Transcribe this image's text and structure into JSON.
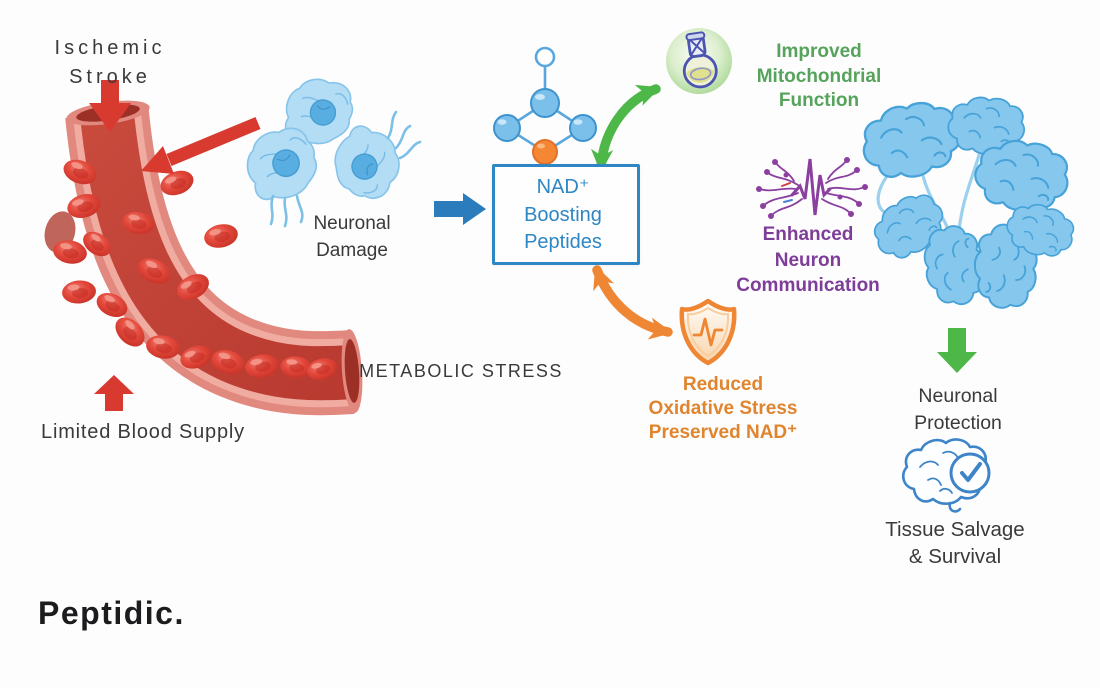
{
  "diagram": {
    "brand": "Peptidic.",
    "labels": {
      "ischemic_stroke": "Ischemic\nStroke",
      "limited_blood_supply": "Limited Blood Supply",
      "neuronal_damage": "Neuronal\nDamage",
      "metabolic_stress": "METABOLIC STRESS",
      "nad_box": "NAD⁺\nBoosting\nPeptides",
      "improved_mitochondrial": "Improved\nMitochondrial\nFunction",
      "enhanced_neuron": "Enhanced\nNeuron\nCommunication",
      "reduced_oxidative": "Reduced\nOxidative Stress\nPreserved NAD⁺",
      "neuronal_protection": "Neuronal\nProtection",
      "tissue_salvage": "Tissue Salvage\n& Survival"
    },
    "icons": [
      "blood-vessel-illustration",
      "red-blood-cell",
      "damaged-neurons-icon",
      "molecule-icon",
      "flask-icon",
      "neuron-network-icon",
      "shield-pulse-icon",
      "brain-network-illustration",
      "brain-check-icon",
      "red-down-arrow-icon",
      "red-diagonal-arrow-icon",
      "red-up-arrow-icon",
      "blue-right-arrow-icon",
      "green-double-arrow-icon",
      "orange-double-arrow-icon",
      "green-down-arrow-icon"
    ],
    "colors": {
      "red": "#d93a30",
      "vessel_wall": "#e2897f",
      "vessel_lumen": "#c0392e",
      "blue_arrow": "#2b7cbd",
      "box_blue": "#2e86c4",
      "cell_blue": "#b3dcf5",
      "green_text": "#56a35c",
      "green_arrow": "#4db848",
      "purple": "#7d3d98",
      "orange": "#ee8634",
      "orange_text": "#e0842e",
      "brain_fill": "#85c7ed",
      "brain_line": "#46a2d8",
      "dark_text": "#3a3a3a"
    }
  }
}
